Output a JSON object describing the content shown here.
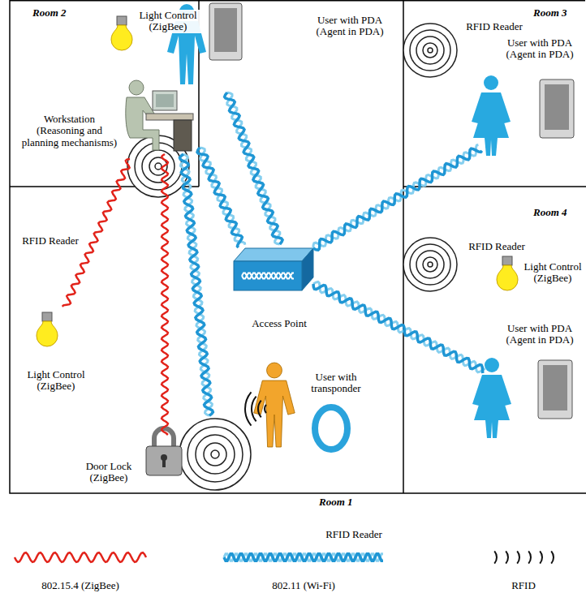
{
  "diagram": {
    "nodes": [
      {
        "text": [
          "Room 2"
        ]
      },
      {
        "text": [
          "Room 3"
        ]
      },
      {
        "text": [
          "Room 4"
        ]
      },
      {
        "text": [
          "Room 1"
        ]
      }
    ],
    "labels": [
      "Light Control (ZigBee)",
      "User with PDA (Agent in PDA)",
      "Workstation (Reasoning and planning mechanisms)",
      "RFID Reader",
      "User with PDA (Agent in PDA)",
      "RFID Reader",
      "RFID Reader",
      "Light Control (ZigBee)",
      "Access Point",
      "Light Control (ZigBee)",
      "User with transponder",
      "User with PDA (Agent in PDA)",
      "Door Lock (ZigBee)",
      "RFID Reader"
    ],
    "legend": [
      {
        "text": "802.15.4 (ZigBee)"
      },
      {
        "text": "802.11 (Wi-Fi)"
      },
      {
        "text": "RFID"
      }
    ]
  }
}
